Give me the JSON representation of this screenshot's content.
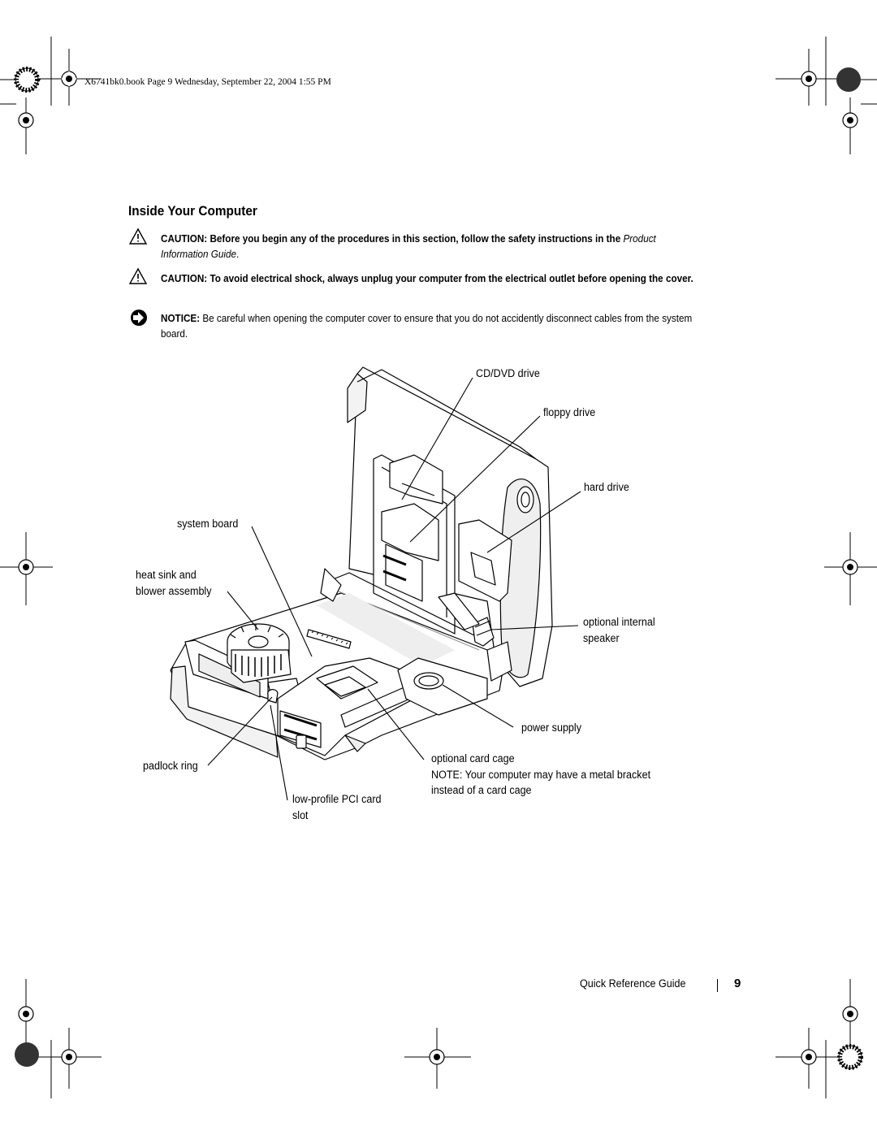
{
  "header": {
    "line": "X6741bk0.book  Page 9  Wednesday, September 22, 2004  1:55 PM"
  },
  "section_title": "Inside Your Computer",
  "notes": [
    {
      "kind": "caution",
      "label": "CAUTION:",
      "text": " Before you begin any of the procedures in this section, follow the safety instructions in the ",
      "emphasis": "Product Information Guide",
      "tail": "."
    },
    {
      "kind": "caution",
      "label": "CAUTION:",
      "text": " To avoid electrical shock, always unplug your computer from the electrical outlet before opening the cover."
    },
    {
      "kind": "notice",
      "label": "NOTICE:",
      "text": " Be careful when opening the computer cover to ensure that you do not accidently disconnect cables from the system board."
    }
  ],
  "diagram": {
    "callouts": {
      "cd_dvd_drive": "CD/DVD drive",
      "floppy_drive": "floppy drive",
      "hard_drive": "hard drive",
      "system_board": "system board",
      "heat_sink_1": "heat sink and",
      "heat_sink_2": "blower assembly",
      "speaker_1": "optional internal",
      "speaker_2": "speaker",
      "power_supply": "power supply",
      "padlock_ring": "padlock ring",
      "card_cage_1": "optional card cage",
      "card_cage_2": "NOTE: Your computer may have a metal bracket",
      "card_cage_3": "instead of a card cage",
      "pci_1": "low-profile PCI card",
      "pci_2": "slot"
    }
  },
  "footer": {
    "guide": "Quick Reference Guide",
    "page": "9"
  }
}
